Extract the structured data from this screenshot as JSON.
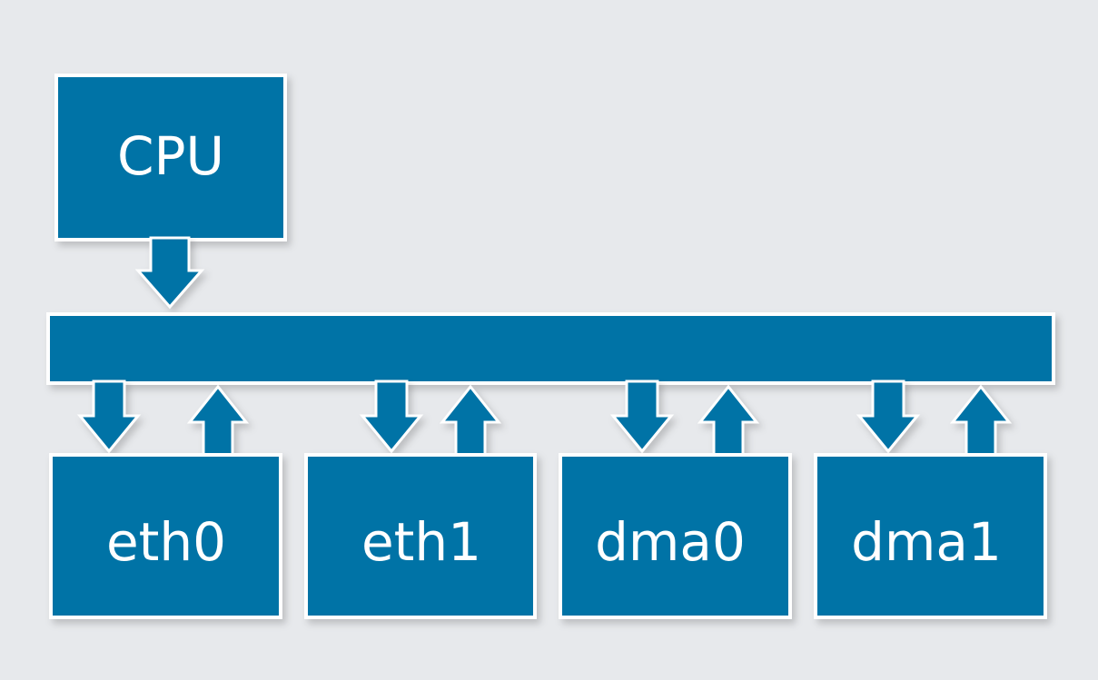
{
  "colors": {
    "background": "#e7e9ec",
    "block": "#0373a6",
    "outline": "#ffffff"
  },
  "blocks": {
    "cpu": "CPU",
    "eth0": "eth0",
    "eth1": "eth1",
    "dma0": "dma0",
    "dma1": "dma1"
  },
  "connections": [
    {
      "from": "cpu",
      "to": "bus"
    },
    {
      "from": "bus",
      "to": "eth0"
    },
    {
      "from": "eth0",
      "to": "bus"
    },
    {
      "from": "bus",
      "to": "eth1"
    },
    {
      "from": "eth1",
      "to": "bus"
    },
    {
      "from": "bus",
      "to": "dma0"
    },
    {
      "from": "dma0",
      "to": "bus"
    },
    {
      "from": "bus",
      "to": "dma1"
    },
    {
      "from": "dma1",
      "to": "bus"
    }
  ]
}
